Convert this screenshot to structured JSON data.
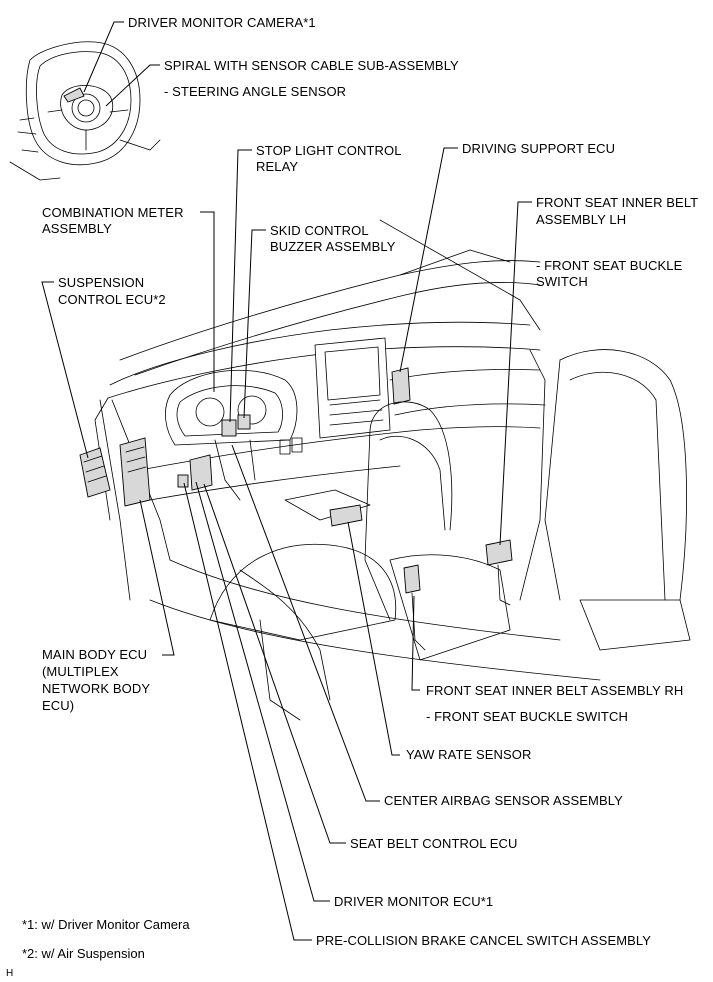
{
  "labels": {
    "driver_monitor_camera": "DRIVER MONITOR CAMERA*1",
    "spiral_cable": "SPIRAL WITH SENSOR CABLE SUB-ASSEMBLY",
    "steering_angle_sensor": "- STEERING ANGLE SENSOR",
    "stop_light_relay_1": "STOP LIGHT CONTROL",
    "stop_light_relay_2": "RELAY",
    "driving_support_ecu": "DRIVING SUPPORT ECU",
    "combination_meter_1": "COMBINATION METER",
    "combination_meter_2": "ASSEMBLY",
    "skid_buzzer_1": "SKID CONTROL",
    "skid_buzzer_2": "BUZZER ASSEMBLY",
    "front_belt_lh_1": "FRONT SEAT INNER BELT",
    "front_belt_lh_2": "ASSEMBLY LH",
    "buckle_lh_1": "- FRONT SEAT BUCKLE",
    "buckle_lh_2": "SWITCH",
    "suspension_ecu_1": "SUSPENSION",
    "suspension_ecu_2": "CONTROL ECU*2",
    "main_body_ecu_1": "MAIN BODY ECU",
    "main_body_ecu_2": "(MULTIPLEX",
    "main_body_ecu_3": "NETWORK BODY",
    "main_body_ecu_4": "ECU)",
    "front_belt_rh": "FRONT SEAT INNER BELT ASSEMBLY RH",
    "buckle_rh": "- FRONT SEAT BUCKLE SWITCH",
    "yaw_rate_sensor": "YAW RATE SENSOR",
    "center_airbag": "CENTER AIRBAG SENSOR ASSEMBLY",
    "seat_belt_ecu": "SEAT BELT CONTROL ECU",
    "driver_monitor_ecu": "DRIVER MONITOR ECU*1",
    "pcs_cancel_switch": "PRE-COLLISION BRAKE CANCEL SWITCH ASSEMBLY"
  },
  "notes": {
    "note1": "*1: w/ Driver Monitor Camera",
    "note2": "*2: w/ Air Suspension"
  },
  "corner_code": "H"
}
